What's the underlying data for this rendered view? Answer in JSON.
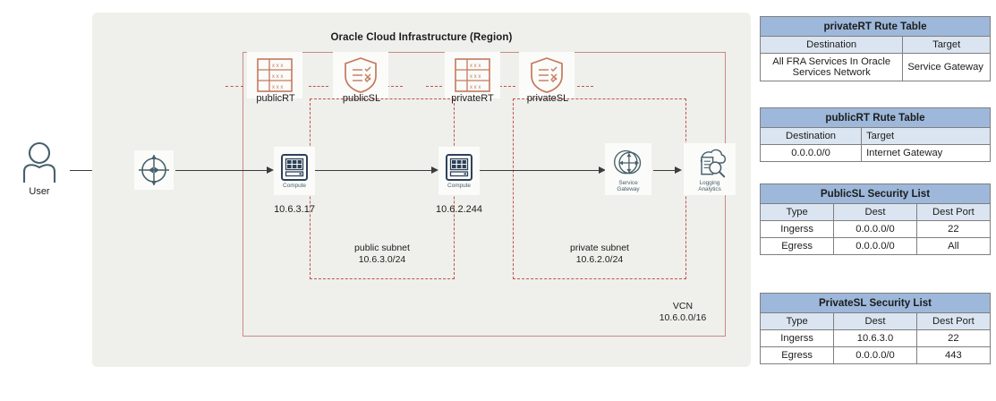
{
  "diagram": {
    "region_title": "Oracle Cloud Infrastructure (Region)",
    "vcn": {
      "name": "VCN",
      "cidr": "10.6.0.0/16"
    },
    "user": {
      "label": "User"
    },
    "gateways": {
      "internet_gateway": {
        "name": "internet-gateway-icon"
      },
      "service_gateway": {
        "line1": "Service",
        "line2": "Gateway"
      },
      "logging_analytics": {
        "line1": "Logging",
        "line2": "Analytics"
      }
    },
    "public_subnet": {
      "label": "public subnet",
      "cidr": "10.6.3.0/24",
      "route_table": "publicRT",
      "security_list": "publicSL",
      "compute": {
        "caption": "Compute",
        "ip": "10.6.3.17"
      }
    },
    "private_subnet": {
      "label": "private subnet",
      "cidr": "10.6.2.0/24",
      "route_table": "privateRT",
      "security_list": "privateSL",
      "compute": {
        "caption": "Compute",
        "ip": "10.6.2.244"
      }
    }
  },
  "tables": {
    "private_rt": {
      "title": "privateRT Rute Table",
      "headers": [
        "Destination",
        "Target"
      ],
      "rows": [
        [
          "All FRA Services In Oracle Services Network",
          "Service Gateway"
        ]
      ]
    },
    "public_rt": {
      "title": "publicRT Rute Table",
      "headers": [
        "Destination",
        "Target"
      ],
      "rows": [
        [
          "0.0.0.0/0",
          "Internet Gateway"
        ]
      ]
    },
    "public_sl": {
      "title": "PublicSL Security List",
      "headers": [
        "Type",
        "Dest",
        "Dest Port"
      ],
      "rows": [
        [
          "Ingerss",
          "0.0.0.0/0",
          "22"
        ],
        [
          "Egress",
          "0.0.0.0/0",
          "All"
        ]
      ]
    },
    "private_sl": {
      "title": "PrivateSL Security List",
      "headers": [
        "Type",
        "Dest",
        "Dest Port"
      ],
      "rows": [
        [
          "Ingerss",
          "10.6.3.0",
          "22"
        ],
        [
          "Egress",
          "0.0.0.0/0",
          "443"
        ]
      ]
    }
  },
  "colors": {
    "region_bg": "#efefeb",
    "vcn_border": "#c98b86",
    "subnet_border": "#c0544c",
    "table_title_bg": "#9db8da",
    "table_header_bg": "#dbe5f1",
    "icon_rt": "#c4795e",
    "icon_compute": "#2e4159",
    "icon_teal": "#46606b"
  }
}
